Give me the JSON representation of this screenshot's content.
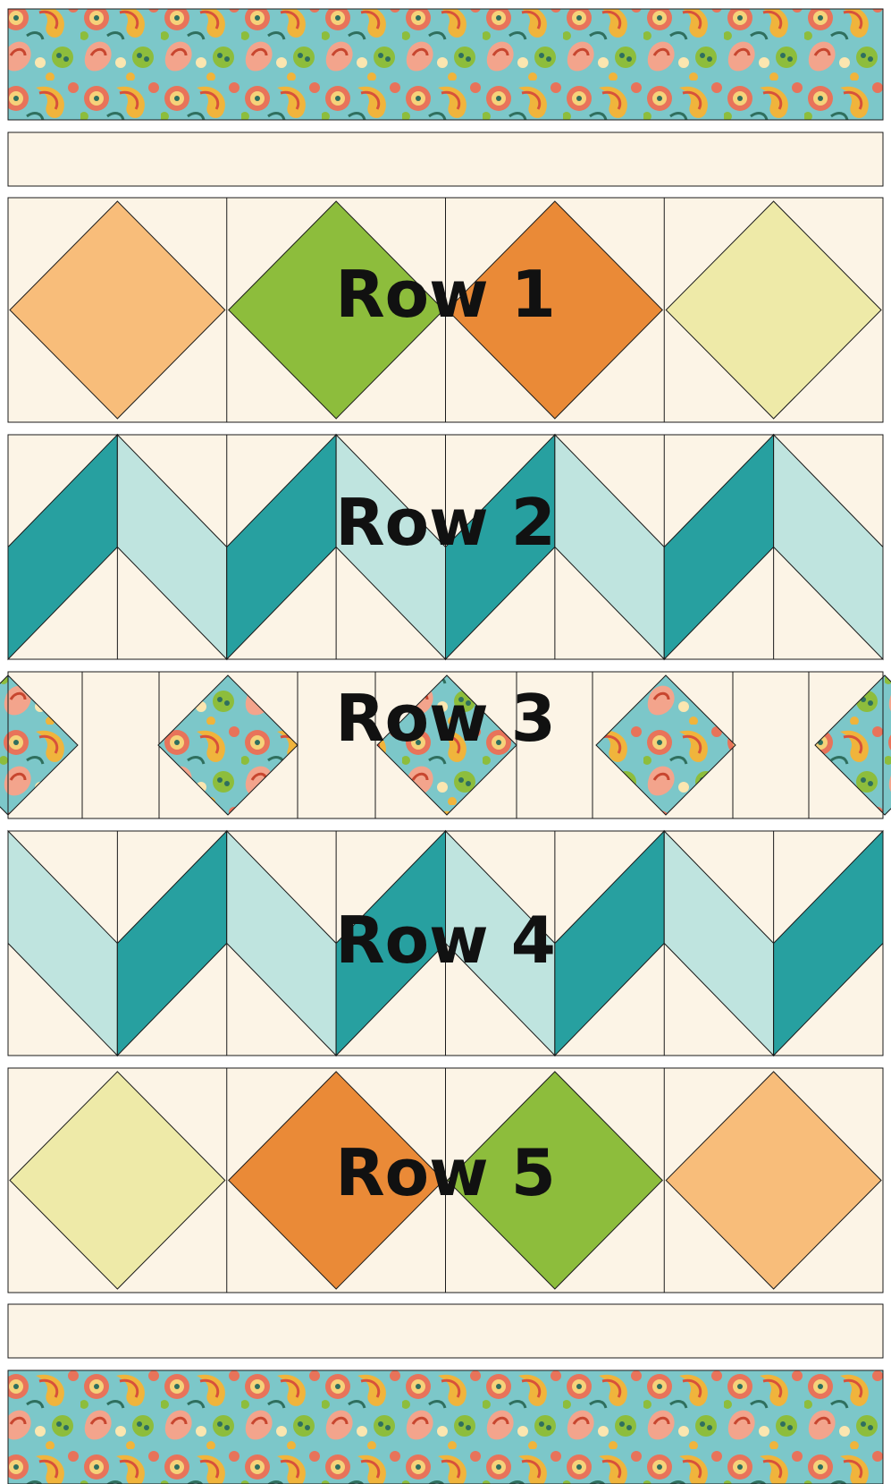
{
  "rows": [
    {
      "label": "Row 1"
    },
    {
      "label": "Row 2"
    },
    {
      "label": "Row 3"
    },
    {
      "label": "Row 4"
    },
    {
      "label": "Row 5"
    }
  ],
  "colors": {
    "background": "#fcf4e6",
    "outline": "#1a1a1a",
    "diamond_orange_light": "#f8bd7a",
    "diamond_green": "#8dbd3c",
    "diamond_orange": "#ea8a37",
    "diamond_yellow": "#eeeaa8",
    "teal_light": "#bfe4df",
    "teal_dark": "#27a0a0",
    "print_base": "#7cc7c9"
  },
  "row1_diamond_colors": [
    "diamond_orange_light",
    "diamond_green",
    "diamond_orange",
    "diamond_yellow"
  ],
  "row5_diamond_colors": [
    "diamond_yellow",
    "diamond_orange",
    "diamond_green",
    "diamond_orange_light"
  ]
}
